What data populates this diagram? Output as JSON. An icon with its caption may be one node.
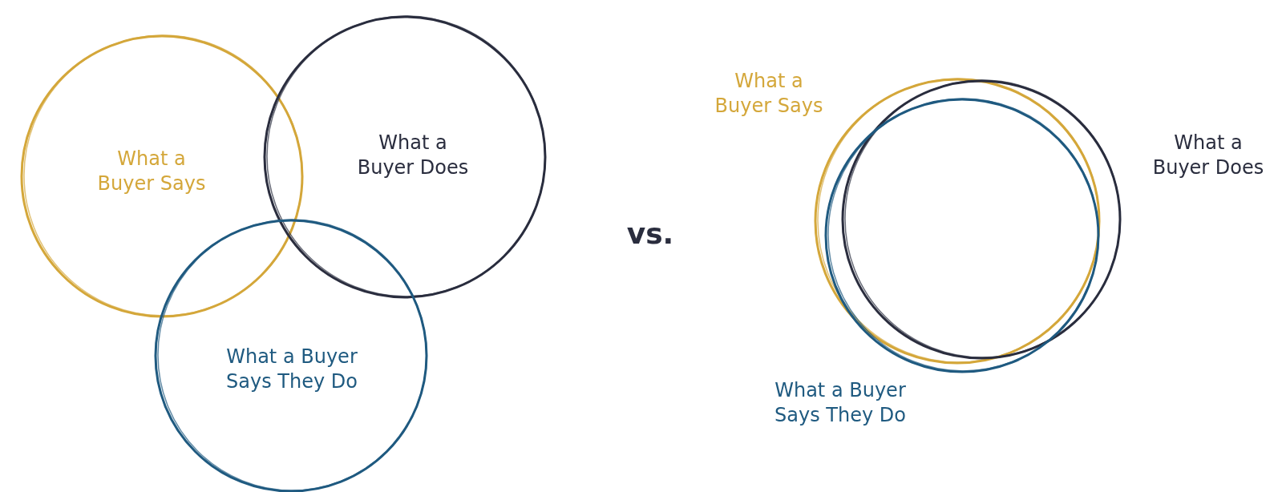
{
  "diagram": {
    "nodes": [
      {
        "text": [
          "What a Buyer Says"
        ]
      },
      {
        "text": [
          "What a Buyer Does"
        ]
      },
      {
        "text": [
          "What a Buyer Says They Do"
        ]
      },
      {
        "text": [
          "What a Buyer Says"
        ]
      },
      {
        "text": [
          "What a Buyer Does"
        ]
      },
      {
        "text": [
          "What a Buyer Says They Do"
        ]
      }
    ],
    "labels": [
      "vs."
    ]
  }
}
